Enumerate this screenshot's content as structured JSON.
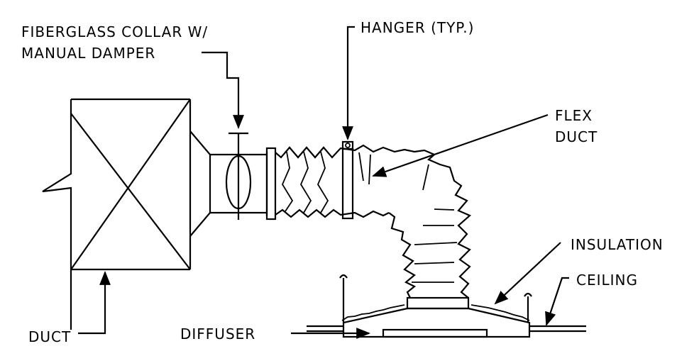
{
  "labels": {
    "collar_line1": "FIBERGLASS COLLAR W/",
    "collar_line2": "MANUAL DAMPER",
    "hanger": "HANGER (TYP.)",
    "flex_line1": "FLEX",
    "flex_line2": "DUCT",
    "insulation": "INSULATION",
    "ceiling": "CEILING",
    "diffuser": "DIFFUSER",
    "duct": "DUCT"
  }
}
